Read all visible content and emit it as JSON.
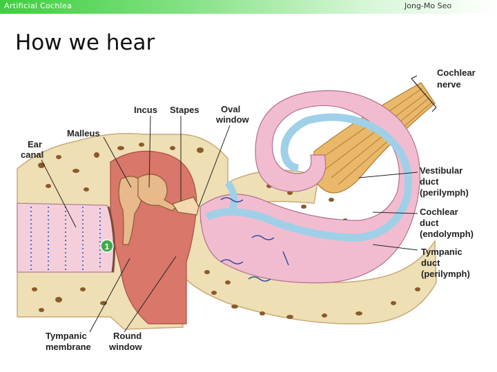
{
  "header": {
    "left_text": "Artificial Cochlea",
    "right_text": "Jong-Mo Seo"
  },
  "slide": {
    "title": "How we hear"
  },
  "figure": {
    "labels": {
      "cochlear": "Cochlear",
      "nerve": "nerve",
      "incus": "Incus",
      "stapes": "Stapes",
      "oval": "Oval",
      "window_top": "window",
      "malleus": "Malleus",
      "ear": "Ear",
      "canal": "canal",
      "vestibular": "Vestibular",
      "vestibular_duct": "duct",
      "vestibular_fluid": "(perilymph)",
      "cochlear_duct": "Cochlear",
      "cochlear_duct_word": "duct",
      "cochlear_fluid": "(endolymph)",
      "tympanic_duct": "Tympanic",
      "tympanic_duct_word": "duct",
      "tympanic_fluid": "(perilymph)",
      "tympanic_membrane_1": "Tympanic",
      "tympanic_membrane_2": "membrane",
      "round": "Round",
      "round_window": "window",
      "step_marker": "1"
    },
    "colors": {
      "bone": "#eedfb4",
      "bone_pore": "#8a5a2a",
      "canal_pink": "#f4cfdb",
      "ossicle": "#e8b98a",
      "muscle_red": "#d9776a",
      "duct_blue": "#9fd0e8",
      "duct_pink": "#f2bcd0",
      "nerve_gold": "#e9b86a",
      "marker_green": "#3faa4a"
    }
  }
}
